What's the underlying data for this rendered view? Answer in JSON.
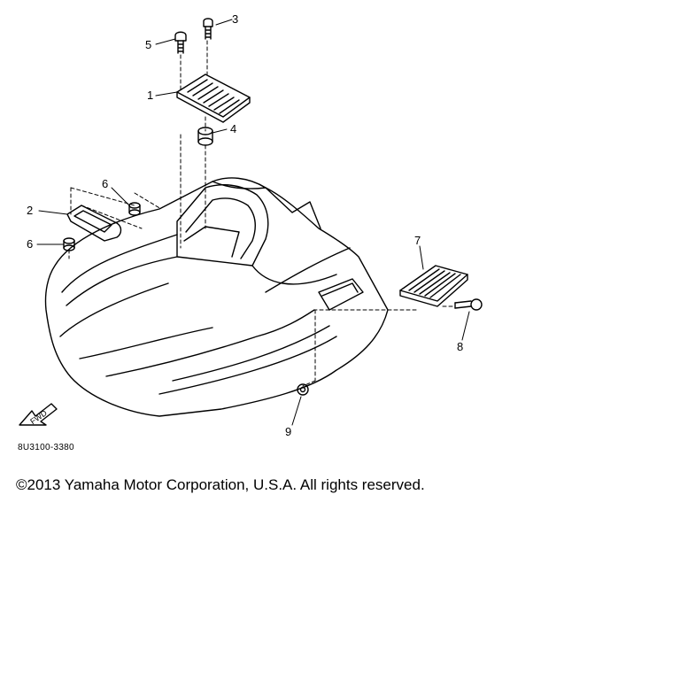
{
  "callouts": [
    "1",
    "2",
    "3",
    "4",
    "5",
    "6",
    "6",
    "7",
    "8",
    "9"
  ],
  "fwd_label": "FWD",
  "part_code": "8U3100-3380",
  "copyright": "©2013 Yamaha Motor Corporation, U.S.A. All rights reserved."
}
